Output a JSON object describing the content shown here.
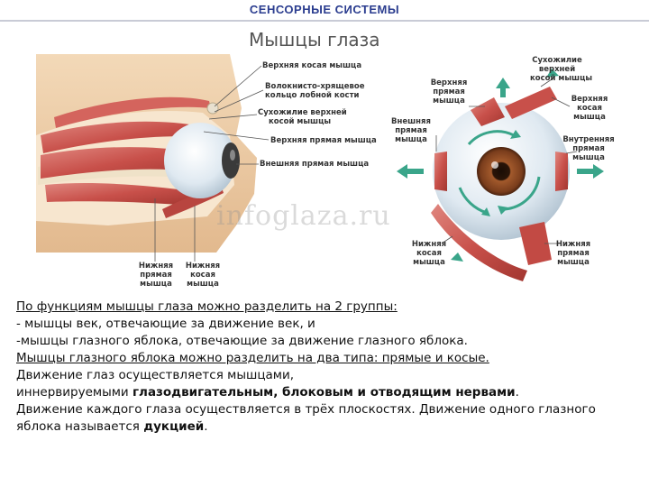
{
  "header": {
    "title": "СЕНСОРНЫЕ СИСТЕМЫ"
  },
  "figure": {
    "title": "Мышцы глаза",
    "watermark": "infoglaza.ru",
    "left_labels": {
      "superior_oblique": "Верхняя косая мышца",
      "trochlea_1": "Волокнисто-хрящевое",
      "trochlea_2": "кольцо лобной кости",
      "tendon_1": "Сухожилие верхней",
      "tendon_2": "косой мышцы",
      "superior_rectus": "Верхняя прямая мышца",
      "lateral_rectus": "Внешняя прямая мышца",
      "inferior_rectus_1": "Нижняя",
      "inferior_rectus_2": "прямая",
      "inferior_rectus_3": "мышца",
      "inferior_oblique_1": "Нижняя",
      "inferior_oblique_2": "косая",
      "inferior_oblique_3": "мышца"
    },
    "right_labels": {
      "tendon_1": "Сухожилие",
      "tendon_2": "верхней",
      "tendon_3": "косой мышцы",
      "superior_rectus_1": "Верхняя",
      "superior_rectus_2": "прямая",
      "superior_rectus_3": "мышца",
      "superior_oblique_1": "Верхняя",
      "superior_oblique_2": "косая",
      "superior_oblique_3": "мышца",
      "lateral_rectus_1": "Внешняя",
      "lateral_rectus_2": "прямая",
      "lateral_rectus_3": "мышца",
      "medial_rectus_1": "Внутренняя",
      "medial_rectus_2": "прямая",
      "medial_rectus_3": "мышца",
      "inferior_oblique_1": "Нижняя",
      "inferior_oblique_2": "косая",
      "inferior_oblique_3": "мышца",
      "inferior_rectus_1": "Нижняя",
      "inferior_rectus_2": "прямая",
      "inferior_rectus_3": "мышца"
    }
  },
  "text": {
    "line1": "По функциям мышцы глаза можно разделить на 2 группы:",
    "line2": "- мышцы век, отвечающие за движение век, и",
    "line3": "-мышцы глазного яблока, отвечающие за движение глазного яблока.",
    "line4": "Мышцы глазного яблока можно разделить на два типа: прямые и косые.",
    "line5_w1": "Движение",
    "line5_w2": "глаз",
    "line5_w3": "осуществляется",
    "line5_w4": "мышцами,",
    "line6_a": "иннервируемыми ",
    "line6_b": "глазодвигательным, блоковым и отводящим нервами",
    "line6_c": ".",
    "line7": "Движение каждого глаза осуществляется в трёх плоскостях. Движение одного глазного",
    "line8_a": "яблока называется ",
    "line8_b": "дукцией",
    "line8_c": "."
  },
  "colors": {
    "header_text": "#2b3d8f",
    "muscle": "#c8504a",
    "arrow": "#3aa58a",
    "iris": "#8a4a25"
  }
}
